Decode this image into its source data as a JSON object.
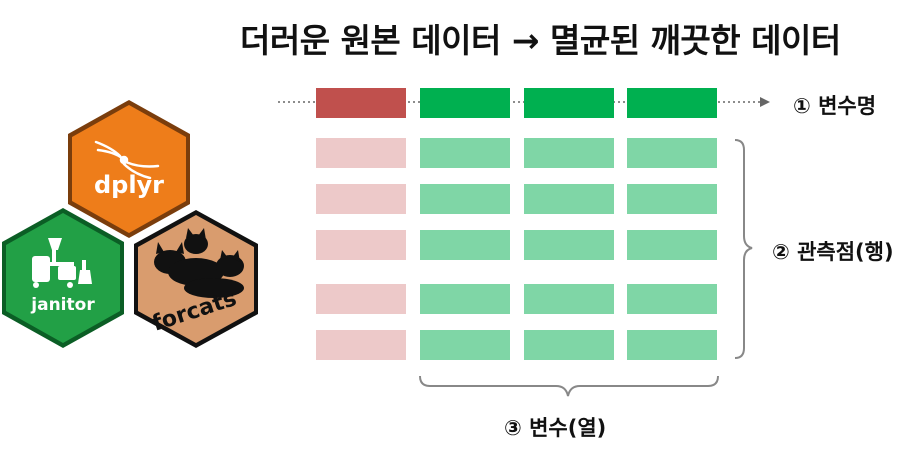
{
  "title": "더러운 원본 데이터  → 멸균된 깨끗한 데이터",
  "labels": {
    "variable_names": "① 변수명",
    "observations": "② 관측점(행)",
    "variables": "③ 변수(열)"
  },
  "logos": [
    {
      "name": "dplyr",
      "icon": "pliers-icon",
      "fill": "#e8781a"
    },
    {
      "name": "janitor",
      "icon": "janitor-cart-icon",
      "fill": "#1f9a3e"
    },
    {
      "name": "forcats",
      "icon": "cats-icon",
      "fill": "#d99a6c"
    }
  ],
  "colors": {
    "header_dirty": "#c0504d",
    "header_clean": "#00b050",
    "cell_dirty": "#edc9c9",
    "cell_clean": "#7fd6a6"
  }
}
